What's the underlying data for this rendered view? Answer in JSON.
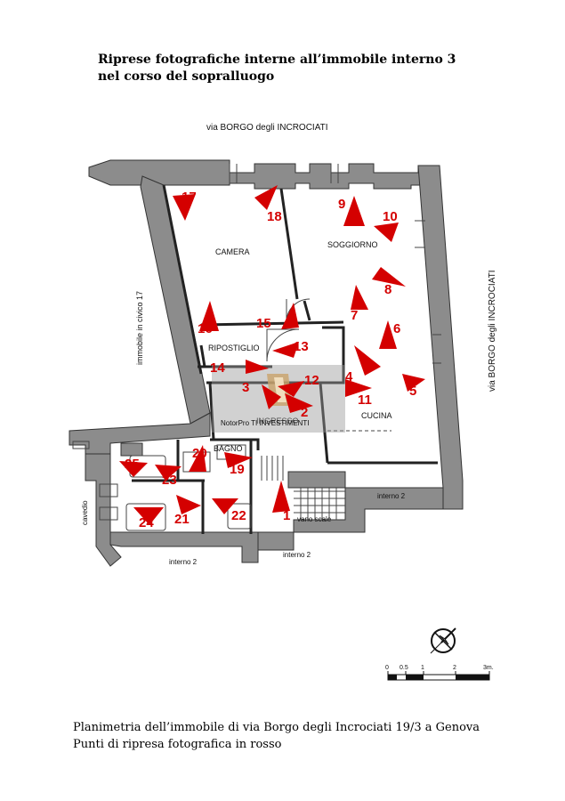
{
  "title": {
    "line1": "Riprese fotografiche interne all’immobile interno 3",
    "line2": "nel corso del sopralluogo"
  },
  "streets": {
    "top": "via BORGO degli INCROCIATI",
    "right": "via BORGO degli INCROCIATI",
    "left": "immobile in civico 17"
  },
  "rooms": {
    "camera": "CAMERA",
    "soggiorno": "SOGGIORNO",
    "ripostiglio": "RIPOSTIGLIO",
    "ingresso": "INGRESSO",
    "cucina": "CUCINA",
    "bagno": "BAGNO",
    "cavedio": "cavedio",
    "vano_scale": "vano scale",
    "interno2_a": "interno 2",
    "interno2_b": "interno 2",
    "interno2_c": "interno 2"
  },
  "watermark": "NotorPro TI INVESTIMENTI",
  "points": [
    "1",
    "2",
    "3",
    "4",
    "5",
    "6",
    "7",
    "8",
    "9",
    "10",
    "11",
    "12",
    "13",
    "14",
    "15",
    "16",
    "17",
    "18",
    "19",
    "20",
    "21",
    "22",
    "23",
    "24",
    "25"
  ],
  "scale": {
    "ticks": [
      "0",
      "0.5",
      "1",
      "2",
      "3m."
    ]
  },
  "caption": {
    "line1": "Planimetria dell’immobile di via Borgo degli Incrociati 19/3 a  Genova",
    "line2": "Punti di ripresa fotografica in rosso"
  },
  "colors": {
    "walls": "#8c8c8c",
    "arrows": "#d40000",
    "text": "#000000"
  }
}
